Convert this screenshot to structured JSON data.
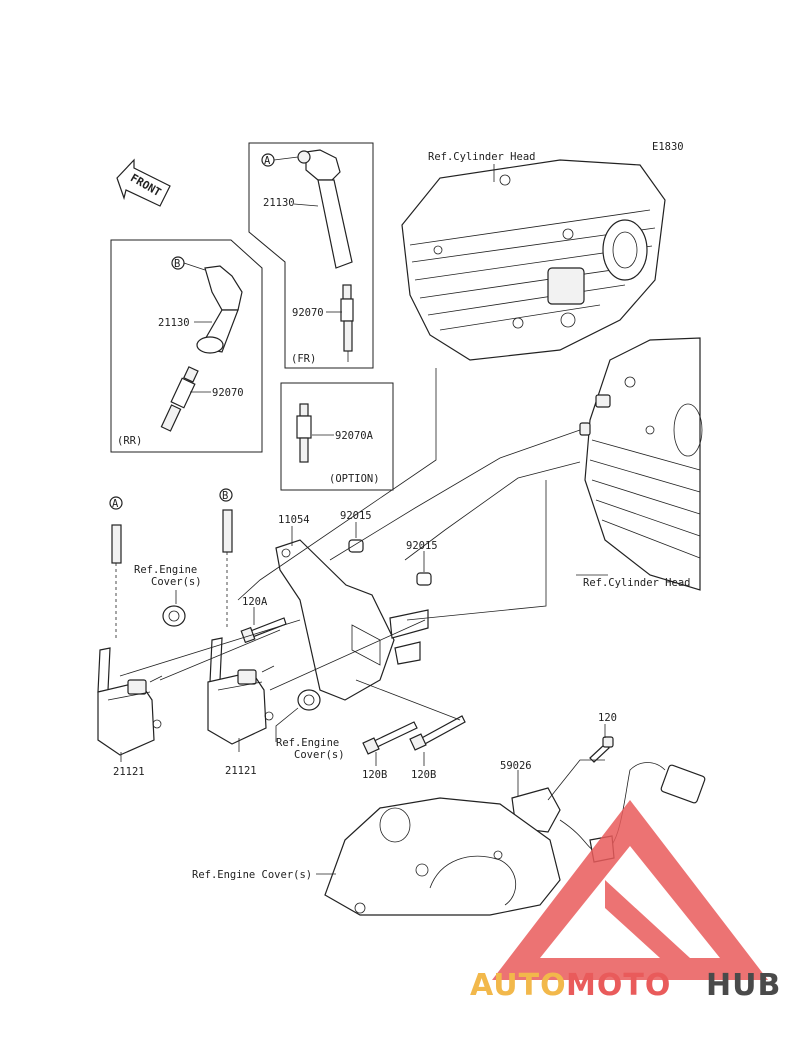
{
  "diagram": {
    "code": "E1830",
    "front_label": "FRONT",
    "labels": {
      "ref_cyl_head_top": "Ref.Cylinder Head",
      "ref_cyl_head_right": "Ref.Cylinder Head",
      "ref_engine_cover_1a": "Ref.Engine",
      "ref_engine_cover_1b": "Cover(s)",
      "ref_engine_cover_2a": "Ref.Engine",
      "ref_engine_cover_2b": "Cover(s)",
      "ref_engine_cover_3": "Ref.Engine Cover(s)",
      "fr": "(FR)",
      "rr": "(RR)",
      "option": "(OPTION)",
      "p21130_fr": "21130",
      "p92070_fr": "92070",
      "p21130_rr": "21130",
      "p92070_rr": "92070",
      "p92070a": "92070A",
      "p11054": "11054",
      "p92015_a": "92015",
      "p92015_b": "92015",
      "p120a": "120A",
      "p120b_1": "120B",
      "p120b_2": "120B",
      "p21121_1": "21121",
      "p21121_2": "21121",
      "p120": "120",
      "p59026": "59026",
      "marker_a1": "A",
      "marker_b1": "B",
      "marker_a2": "A",
      "marker_b2": "B"
    }
  },
  "watermark": {
    "part1": "AUTO",
    "part2": "MOTO",
    "part3": "HUB",
    "colors": {
      "accent": "#f2b84b",
      "red": "#e95b5b",
      "dark": "#4a4a4a"
    }
  }
}
